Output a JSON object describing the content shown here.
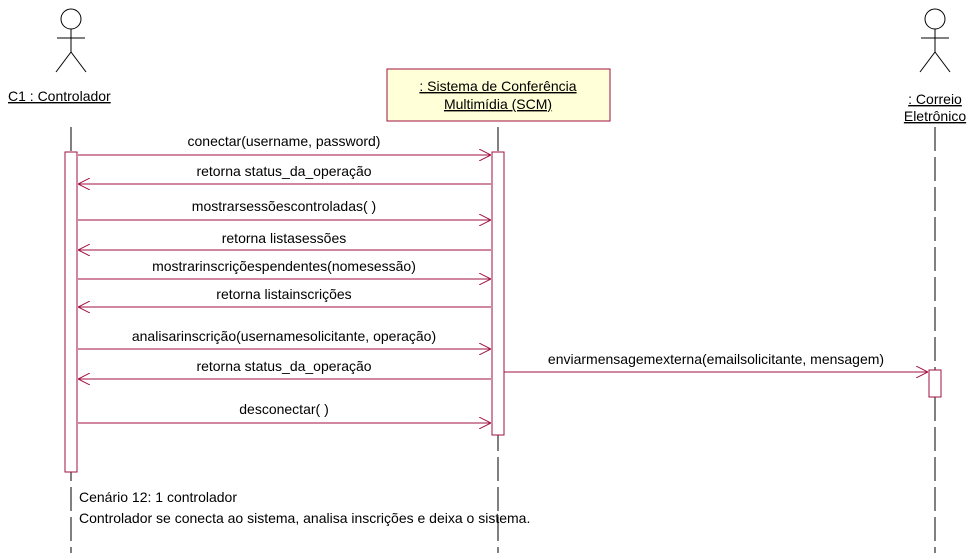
{
  "actors": {
    "controlador": {
      "label": "C1 : Controlador"
    },
    "correio": {
      "label_line1": ": Correio",
      "label_line2": "Eletrônico"
    }
  },
  "system": {
    "label_line1": ": Sistema de Conferência",
    "label_line2": "Multimídia (SCM)"
  },
  "messages": [
    {
      "text": "conectar(username, password)",
      "direction": "controlador-to-system"
    },
    {
      "text": "retorna status_da_operação",
      "direction": "system-to-controlador"
    },
    {
      "text": "mostrarsessõescontroladas( )",
      "direction": "controlador-to-system"
    },
    {
      "text": "retorna listasessões",
      "direction": "system-to-controlador"
    },
    {
      "text": "mostrarinscriçõespendentes(nomesessão)",
      "direction": "controlador-to-system"
    },
    {
      "text": "retorna listainscrições",
      "direction": "system-to-controlador"
    },
    {
      "text": "analisarinscrição(usernamesolicitante, operação)",
      "direction": "controlador-to-system"
    },
    {
      "text": "enviarmensagemexterna(emailsolicitante, mensagem)",
      "direction": "system-to-correio"
    },
    {
      "text": "retorna status_da_operação",
      "direction": "system-to-controlador"
    },
    {
      "text": "desconectar( )",
      "direction": "controlador-to-system"
    }
  ],
  "note": {
    "line1": "Cenário 12: 1 controlador",
    "line2": "Controlador se conecta ao sistema, analisa inscrições e deixa o sistema."
  },
  "colors": {
    "message": "#a01040",
    "object_fill": "#ffffd8"
  }
}
